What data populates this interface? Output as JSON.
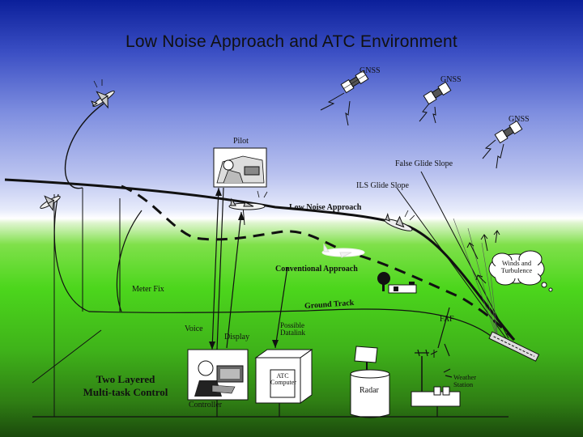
{
  "title": "Low Noise Approach and ATC Environment",
  "labels": {
    "gnss": "GNSS",
    "pilot": "Pilot",
    "false_glide_slope": "False Glide Slope",
    "ils_glide_slope": "ILS Glide Slope",
    "low_noise_approach": "Low Noise Approach",
    "conventional_approach": "Conventional Approach",
    "meter_fix": "Meter Fix",
    "ground_track": "Ground Track",
    "winds_line1": "Winds and",
    "winds_line2": "Turbulence",
    "faf": "FAF",
    "voice": "Voice",
    "display": "Display",
    "possible_line1": "Possible",
    "possible_line2": "Datalink",
    "two_layered_line1": "Two Layered",
    "two_layered_line2": "Multi-task Control",
    "controller": "Controller",
    "atc_line1": "ATC",
    "atc_line2": "Computer",
    "radar": "Radar",
    "weather_line1": "Weather",
    "weather_line2": "Station"
  },
  "colors": {
    "sky_top": "#0b1f9a",
    "ground": "#4cd61c",
    "line": "#111111"
  }
}
